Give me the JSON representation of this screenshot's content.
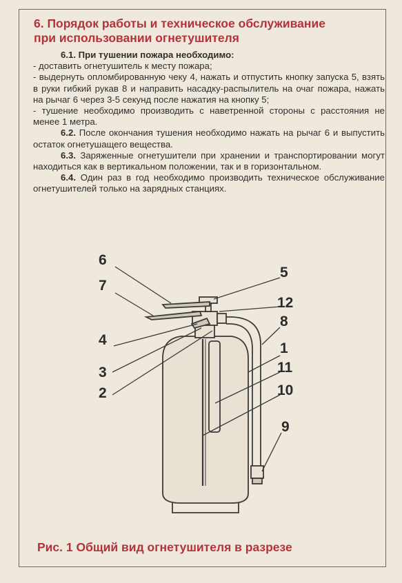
{
  "section": {
    "title_line1": "6. Порядок работы и техническое обслуживание",
    "title_line2": "при использовании огнетушителя"
  },
  "paragraphs": {
    "p61_head": "6.1. При тушении пожара необходимо:",
    "p61_item1": "- доставить огнетушитель к месту пожара;",
    "p61_item2": "- выдернуть опломбированную чеку 4, нажать и отпустить кнопку запуска 5, взять в руки гибкий рукав 8 и направить насадку-распылитель на очаг пожара, нажать на рычаг 6 через 3-5 секунд после нажатия на кнопку 5;",
    "p61_item3": "- тушение необходимо производить с наветренной стороны с расстояния не менее 1 метра.",
    "p62_num": "6.2.",
    "p62_text": " После окончания тушения необходимо нажать на рычаг 6 и выпустить остаток огнетушащего вещества.",
    "p63_num": "6.3.",
    "p63_text": " Заряженные огнетушители при хранении и транспортировании могут находиться как в вертикальном положении, так и в горизонтальном.",
    "p64_num": "6.4.",
    "p64_text": " Один раз в год необходимо производить техническое обслуживание огнетушителей только на зарядных станциях."
  },
  "diagram": {
    "labels": [
      "6",
      "7",
      "4",
      "3",
      "2",
      "5",
      "12",
      "8",
      "1",
      "11",
      "10",
      "9"
    ]
  },
  "caption": "Рис. 1 Общий вид огнетушителя в разрезе",
  "colors": {
    "heading": "#b2333b",
    "text": "#2e2e2e",
    "background": "#efe8dc"
  }
}
